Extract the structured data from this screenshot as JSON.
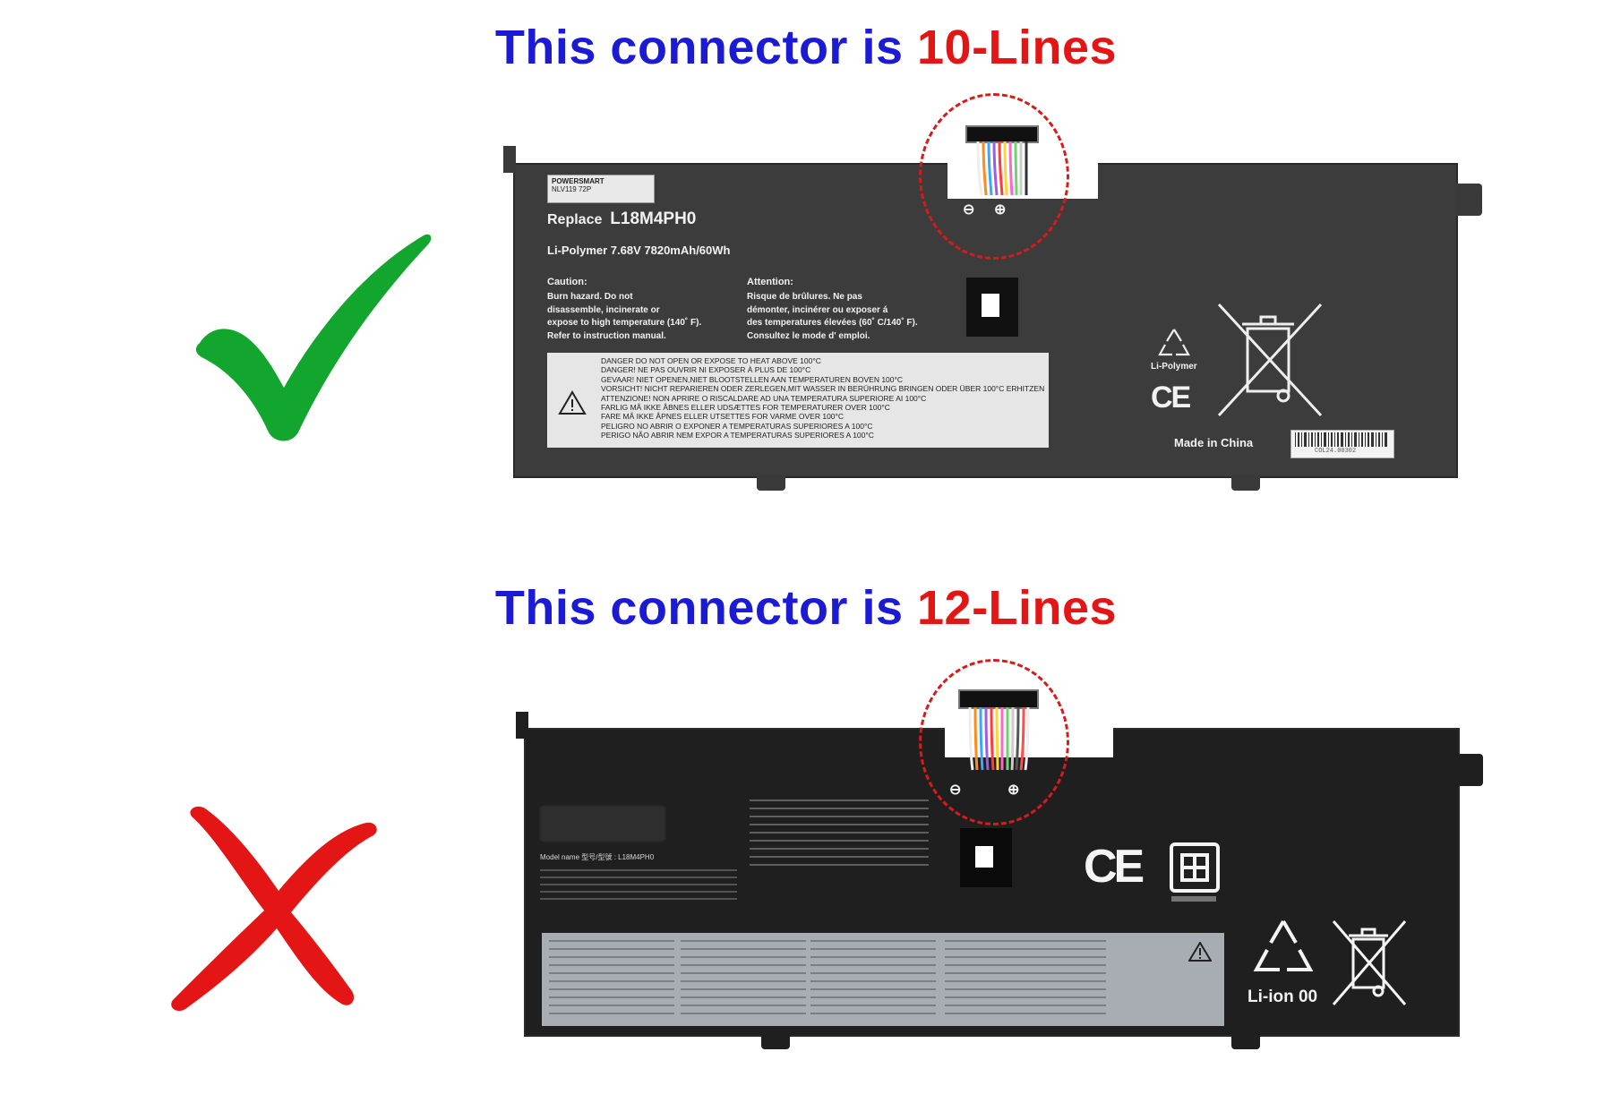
{
  "top": {
    "heading_prefix": "This connector is ",
    "heading_value": "10-Lines",
    "label_brand": "POWERSMART",
    "label_code": "NLV119 72P",
    "replace_word": "Replace",
    "model": "L18M4PH0",
    "spec": "Li-Polymer  7.68V 7820mAh/60Wh",
    "caution_title": "Caution:",
    "caution_lines": [
      "Burn hazard. Do not",
      "disassemble, incinerate or",
      "expose to high temperature (140˚ F).",
      "Refer to instruction manual."
    ],
    "attention_title": "Attention:",
    "attention_lines": [
      "Risque de brûlures. Ne pas",
      "démonter, incinérer ou exposer á",
      "des temperatures élevées (60˚ C/140˚ F).",
      "Consultez le mode d' emploi."
    ],
    "warnings": [
      "DANGER  DO NOT OPEN OR EXPOSE TO HEAT ABOVE 100°C",
      "DANGER!  NE PAS OUVRIR NI EXPOSER À PLUS DE 100°C",
      "GEVAAR!  NIET OPENEN,NIET BLOOTSTELLEN AAN TEMPERATUREN BOVEN 100°C",
      "VORSICHT!  NICHT REPARIEREN ODER ZERLEGEN,MIT WASSER IN BERÜHRUNG BRINGEN ODER ÜBER 100°C ERHITZEN",
      "ATTENZIONE!  NON APRIRE O RISCALDARE AD UNA TEMPERATURA SUPERIORE AI 100°C",
      "FARLIG  MÅ IKKE ÅBNES ELLER UDSÆTTES FOR TEMPERATURER OVER 100°C",
      "FARE  MÅ IKKE ÅPNES ELLER UTSETTES FOR VARME OVER 100°C",
      "PELIGRO  NO ABRIR O EXPONER A TEMPERATURAS SUPERIORES A 100°C",
      "PERIGO  NÃO ABRIR NEM EXPOR A TEMPERATURAS SUPERIORES A 100°C"
    ],
    "recycle_label": "Li-Polymer",
    "ce": "CE",
    "made_in": "Made in China",
    "barcode_text": "COL24.00302"
  },
  "bottom": {
    "heading_prefix": "This connector is ",
    "heading_value": "12-Lines",
    "model_line": "Model name 型号/型號 : L18M4PH0",
    "ce": "CE",
    "recycle_label": "Li-ion 00"
  },
  "colors": {
    "heading_blue": "#1b1bd6",
    "heading_red": "#e41515",
    "check": "#13a62e",
    "cross": "#e41515"
  }
}
